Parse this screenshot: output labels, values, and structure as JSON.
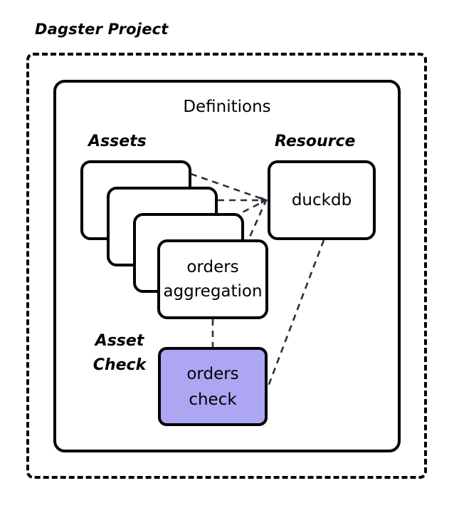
{
  "diagram": {
    "outer_container": {
      "label": "Dagster Project",
      "style": "dashed-rounded-rectangle"
    },
    "definitions_container": {
      "title": "Definitions",
      "style": "solid-rounded-rectangle"
    },
    "groups": {
      "assets_label": "Assets",
      "resource_label": "Resource",
      "asset_check_label_line1": "Asset",
      "asset_check_label_line2": "Check"
    },
    "asset_cards": [
      {
        "line1": "",
        "line2": ""
      },
      {
        "line1": "",
        "line2": ""
      },
      {
        "line1": "",
        "line2": ""
      },
      {
        "line1": "orders",
        "line2": "aggregation"
      }
    ],
    "resource_card": {
      "label": "duckdb"
    },
    "asset_check_card": {
      "line1": "orders",
      "line2": "check"
    },
    "edges": [
      {
        "from": "asset-card-1",
        "to": "resource-card",
        "style": "dashed"
      },
      {
        "from": "asset-card-2",
        "to": "resource-card",
        "style": "dashed"
      },
      {
        "from": "asset-card-3",
        "to": "resource-card",
        "style": "dashed"
      },
      {
        "from": "asset-card-4",
        "to": "resource-card",
        "style": "dashed"
      },
      {
        "from": "orders aggregation",
        "to": "orders check",
        "style": "dashed"
      },
      {
        "from": "duckdb",
        "to": "orders check",
        "style": "dashed"
      }
    ]
  },
  "colors": {
    "stroke": "#000000",
    "background": "#ffffff",
    "asset_check_fill": "#ADA6F2",
    "edge": "#2b2f3a"
  }
}
